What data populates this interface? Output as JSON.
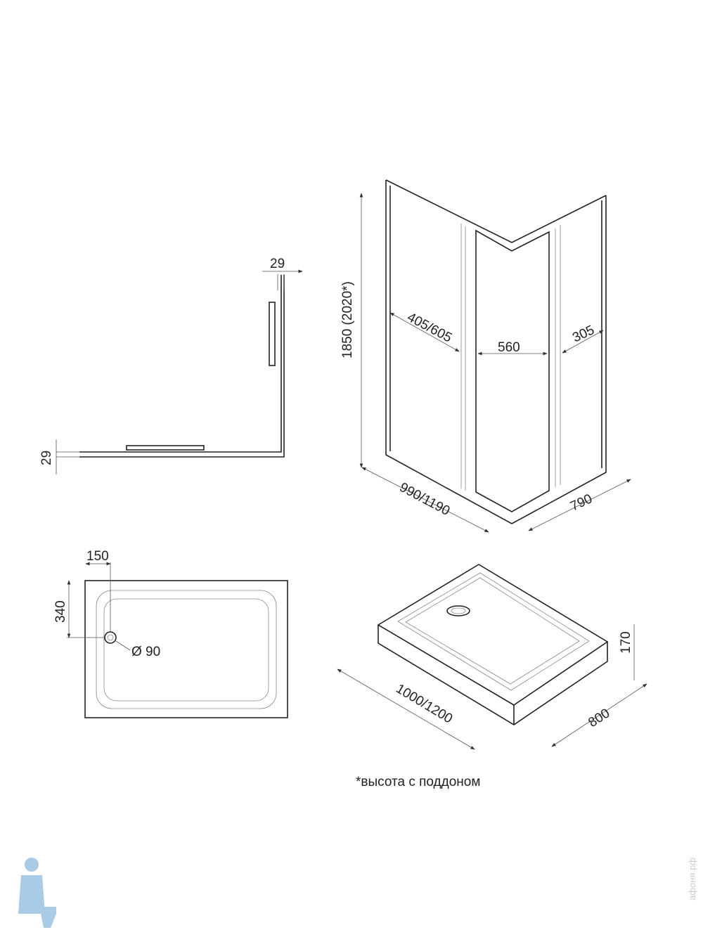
{
  "top_view": {
    "dim_top": "29",
    "dim_left": "29"
  },
  "enclosure": {
    "height": "1850 (2020*)",
    "door_left": "405/605",
    "door_center": "560",
    "door_right": "305",
    "width": "990/1190",
    "depth": "790"
  },
  "tray_plan": {
    "drain_offset_x": "150",
    "drain_offset_y": "340",
    "drain_diameter": "Ø 90"
  },
  "tray_iso": {
    "length": "1000/1200",
    "width": "800",
    "height": "170"
  },
  "footnote": "*высота с поддоном",
  "watermark": "афоня.рф"
}
